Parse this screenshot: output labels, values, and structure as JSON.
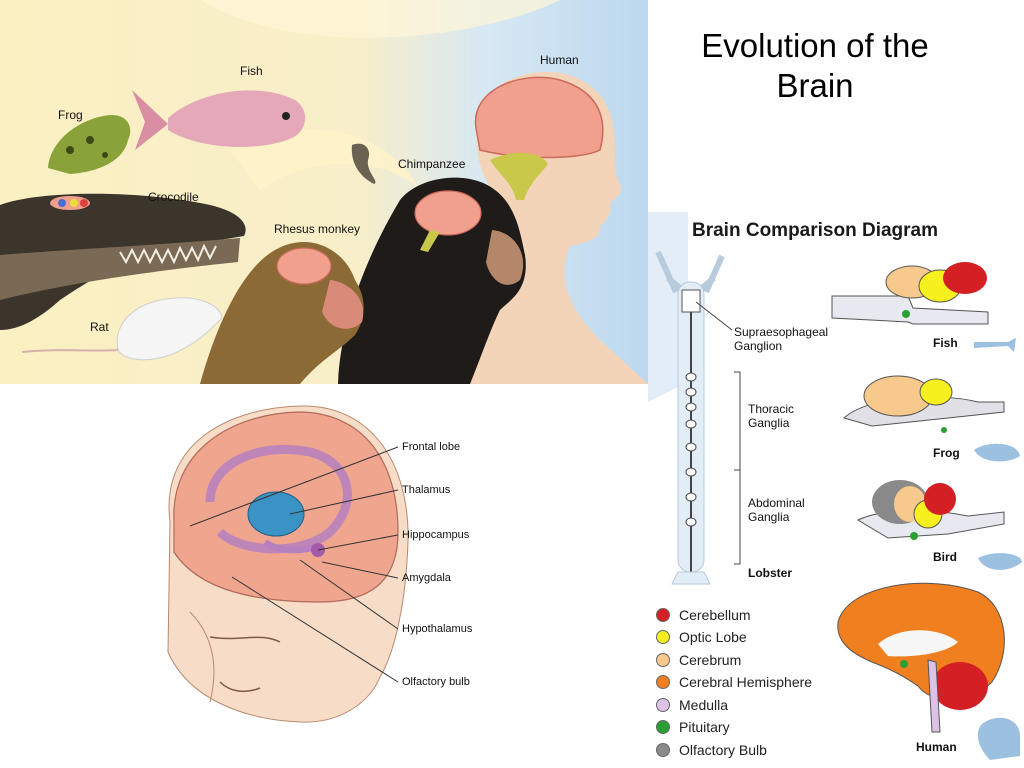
{
  "slide": {
    "title": "Evolution of the Brain"
  },
  "evolution": {
    "labels": {
      "fish": "Fish",
      "frog": "Frog",
      "human": "Human",
      "chimpanzee": "Chimpanzee",
      "crocodile": "Crocodile",
      "rhesus": "Rhesus monkey",
      "rat": "Rat"
    },
    "colors": {
      "sky": "#cfe3f2",
      "sand": "#f6e6a6",
      "brain": "#f2a08e"
    }
  },
  "limbic": {
    "labels": {
      "frontal": "Frontal lobe",
      "thalamus": "Thalamus",
      "hippocampus": "Hippocampus",
      "amygdala": "Amygdala",
      "hypothalamus": "Hypothalamus",
      "olfactory": "Olfactory bulb"
    }
  },
  "comparison": {
    "title": "Brain Comparison Diagram",
    "lobster_labels": {
      "supra": "Supraesophageal Ganglion",
      "thoracic": "Thoracic Ganglia",
      "abdominal": "Abdominal Ganglia",
      "lobster": "Lobster"
    },
    "animals": {
      "fish": "Fish",
      "frog": "Frog",
      "bird": "Bird",
      "human": "Human"
    },
    "legend": [
      {
        "label": "Cerebellum",
        "color": "#d41f24"
      },
      {
        "label": "Optic Lobe",
        "color": "#f5f01e"
      },
      {
        "label": "Cerebrum",
        "color": "#f7c98c"
      },
      {
        "label": "Cerebral Hemisphere",
        "color": "#f07f1f"
      },
      {
        "label": "Medulla",
        "color": "#dcc2e6"
      },
      {
        "label": "Pituitary",
        "color": "#2aa033"
      },
      {
        "label": "Olfactory Bulb",
        "color": "#8a8a8a"
      }
    ]
  }
}
